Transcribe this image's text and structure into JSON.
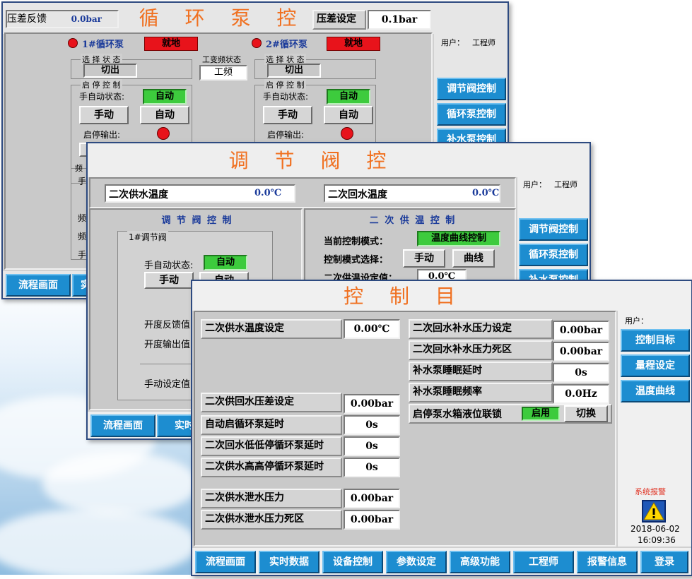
{
  "win1": {
    "title": "循 环 泵 控 制",
    "dp_feedback_label": "压差反馈",
    "dp_feedback_value": "0.0bar",
    "dp_set_label": "压差设定",
    "dp_set_value": "0.1bar",
    "user_label": "用户：",
    "user_value": "工程师",
    "pumps": [
      {
        "name": "1#循环泵",
        "status": "就地",
        "select_state_label": "选 择 状 态",
        "select_state_value": "切出",
        "startstop_label": "启 停 控 制",
        "manual_auto_label": "手自动状态:",
        "manual_auto_value": "自动",
        "manual_btn": "手动",
        "auto_btn": "自动",
        "output_label": "启停输出:"
      },
      {
        "name": "2#循环泵",
        "status": "就地",
        "select_state_label": "选 择 状 态",
        "select_state_value": "切出",
        "startstop_label": "启 停 控 制",
        "manual_auto_label": "手自动状态:",
        "manual_auto_value": "自动",
        "manual_btn": "手动",
        "auto_btn": "自动",
        "output_label": "启停输出:"
      }
    ],
    "freq_state_label": "工变频状态",
    "freq_state_value": "工频",
    "partial_labels": [
      "频",
      "手",
      "频",
      "频",
      "手"
    ],
    "side_buttons": [
      "调节阀控制",
      "循环泵控制",
      "补水泵控制"
    ],
    "nav": [
      "流程画面",
      "实"
    ]
  },
  "win2": {
    "title": "调 节 阀 控 制",
    "user_label": "用户：",
    "user_value": "工程师",
    "supply_temp_label": "二次供水温度",
    "supply_temp_value": "0.0℃",
    "return_temp_label": "二次回水温度",
    "return_temp_value": "0.0℃",
    "left_section_title": "调 节 阀 控 制",
    "valve_group_label": "1#调节阀",
    "manual_auto_label": "手自动状态:",
    "manual_auto_value": "自动",
    "manual_btn": "手动",
    "auto_btn": "自动",
    "open_feedback_label": "开度反馈值",
    "open_output_label": "开度输出值",
    "manual_set_label": "手动设定值",
    "right_section_title": "二 次 供 温 控 制",
    "current_mode_label": "当前控制模式：",
    "current_mode_value": "温度曲线控制",
    "mode_select_label": "控制模式选择：",
    "mode_manual_btn": "手动",
    "mode_curve_btn": "曲线",
    "supply_set_label": "二次供温设定值：",
    "supply_set_value": "0.0℃",
    "side_buttons": [
      "调节阀控制",
      "循环泵控制",
      "补水泵控制"
    ],
    "nav": [
      "流程画面",
      "实时数"
    ]
  },
  "win3": {
    "title": "控 制 目 标",
    "user_label": "用户：",
    "left_rows_top": [
      {
        "label": "二次供水温度设定",
        "value": "0.00℃"
      }
    ],
    "left_rows_mid": [
      {
        "label": "二次供回水压差设定",
        "value": "0.00bar"
      },
      {
        "label": "自动启循环泵延时",
        "value": "0s"
      },
      {
        "label": "二次回水低低停循环泵延时",
        "value": "0s"
      },
      {
        "label": "二次供水高高停循环泵延时",
        "value": "0s"
      }
    ],
    "left_rows_bottom": [
      {
        "label": "二次供水泄水压力",
        "value": "0.00bar"
      },
      {
        "label": "二次供水泄水压力死区",
        "value": "0.00bar"
      }
    ],
    "right_rows": [
      {
        "label": "二次回水补水压力设定",
        "value": "0.00bar"
      },
      {
        "label": "二次回水补水压力死区",
        "value": "0.00bar"
      },
      {
        "label": "补水泵睡眠延时",
        "value": "0s"
      },
      {
        "label": "补水泵睡眠频率",
        "value": "0.0Hz"
      }
    ],
    "interlock_label": "启停泵水箱液位联锁",
    "interlock_state": "启用",
    "interlock_toggle": "切换",
    "side_buttons": [
      "控制目标",
      "量程设定",
      "温度曲线"
    ],
    "alarm_label": "系统报警",
    "alarm_icon": "warning-icon",
    "date": "2018-06-02",
    "time": "16:09:36",
    "nav": [
      "流程画面",
      "实时数据",
      "设备控制",
      "参数设定",
      "高级功能",
      "工程师",
      "报警信息",
      "登录"
    ]
  }
}
